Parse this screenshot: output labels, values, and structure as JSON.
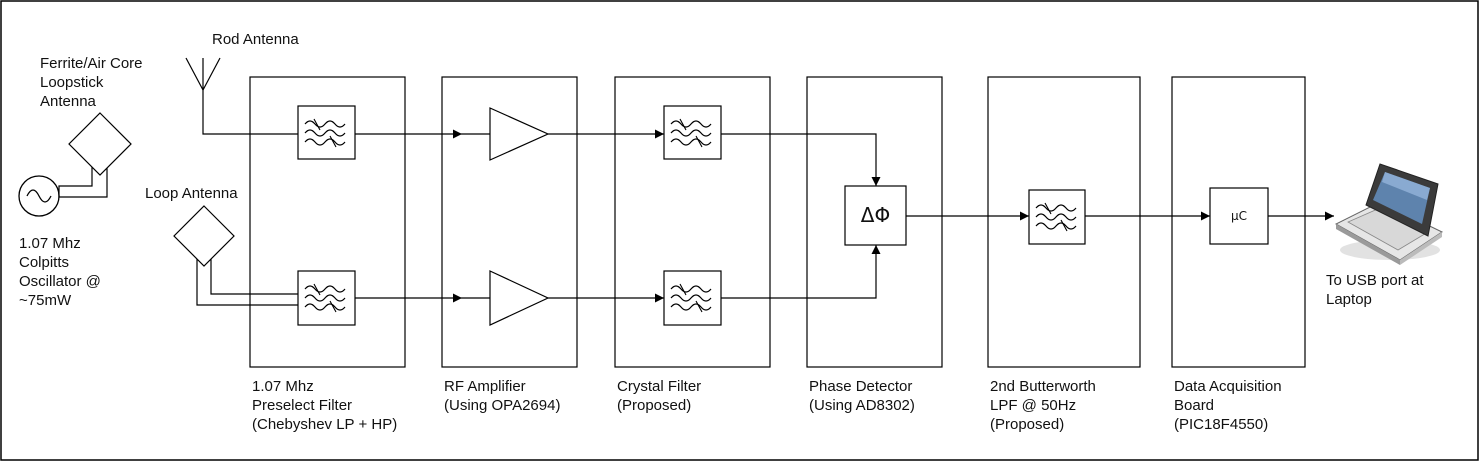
{
  "antennas": {
    "ferrite": "Ferrite/Air Core\nLoopstick\nAntenna",
    "rod": "Rod Antenna",
    "loop": "Loop Antenna"
  },
  "oscillator": {
    "label": "1.07 Mhz\nColpitts\nOscillator @\n~75mW"
  },
  "stages": [
    {
      "id": "preselect",
      "label": "1.07 Mhz\nPreselect Filter\n(Chebyshev LP + HP)"
    },
    {
      "id": "rf-amp",
      "label": "RF Amplifier\n(Using OPA2694)"
    },
    {
      "id": "crystal",
      "label": "Crystal Filter\n(Proposed)"
    },
    {
      "id": "phase",
      "label": "Phase Detector\n(Using AD8302)",
      "symbol": "ΔΦ"
    },
    {
      "id": "butterworth",
      "label": "2nd Butterworth\nLPF @ 50Hz\n(Proposed)"
    },
    {
      "id": "daq",
      "label": "Data Acquisition\nBoard\n(PIC18F4550)",
      "symbol": "µC"
    }
  ],
  "output": {
    "label": "To USB port at\nLaptop"
  }
}
